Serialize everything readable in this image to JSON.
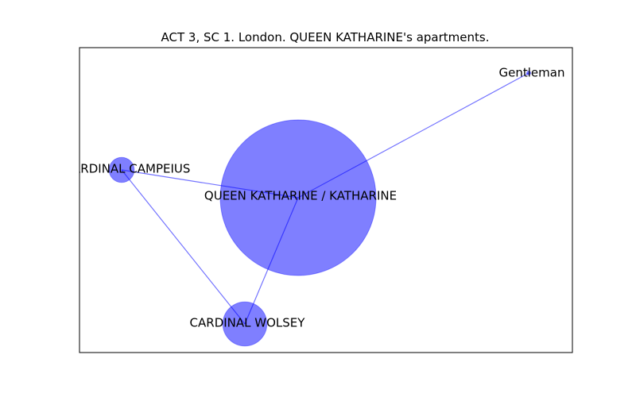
{
  "title": "ACT 3, SC 1. London. QUEEN KATHARINE's apartments.",
  "colors": {
    "node_fill": "#0000ff",
    "edge": "#0000ff",
    "frame": "#000000",
    "text": "#000000"
  },
  "chart_data": {
    "type": "network",
    "title": "ACT 3, SC 1. London. QUEEN KATHARINE's apartments.",
    "grid": false,
    "nodes": [
      {
        "id": "queen",
        "label": "QUEEN KATHARINE / KATHARINE",
        "weight": 100
      },
      {
        "id": "wolsey",
        "label": "CARDINAL WOLSEY",
        "weight": 8
      },
      {
        "id": "campeius",
        "label": "CARDINAL CAMPEIUS",
        "weight": 2.6
      },
      {
        "id": "gentleman",
        "label": "Gentleman",
        "weight": 0.05
      }
    ],
    "edges": [
      {
        "source": "queen",
        "target": "gentleman"
      },
      {
        "source": "queen",
        "target": "campeius"
      },
      {
        "source": "queen",
        "target": "wolsey"
      },
      {
        "source": "campeius",
        "target": "wolsey"
      }
    ]
  }
}
